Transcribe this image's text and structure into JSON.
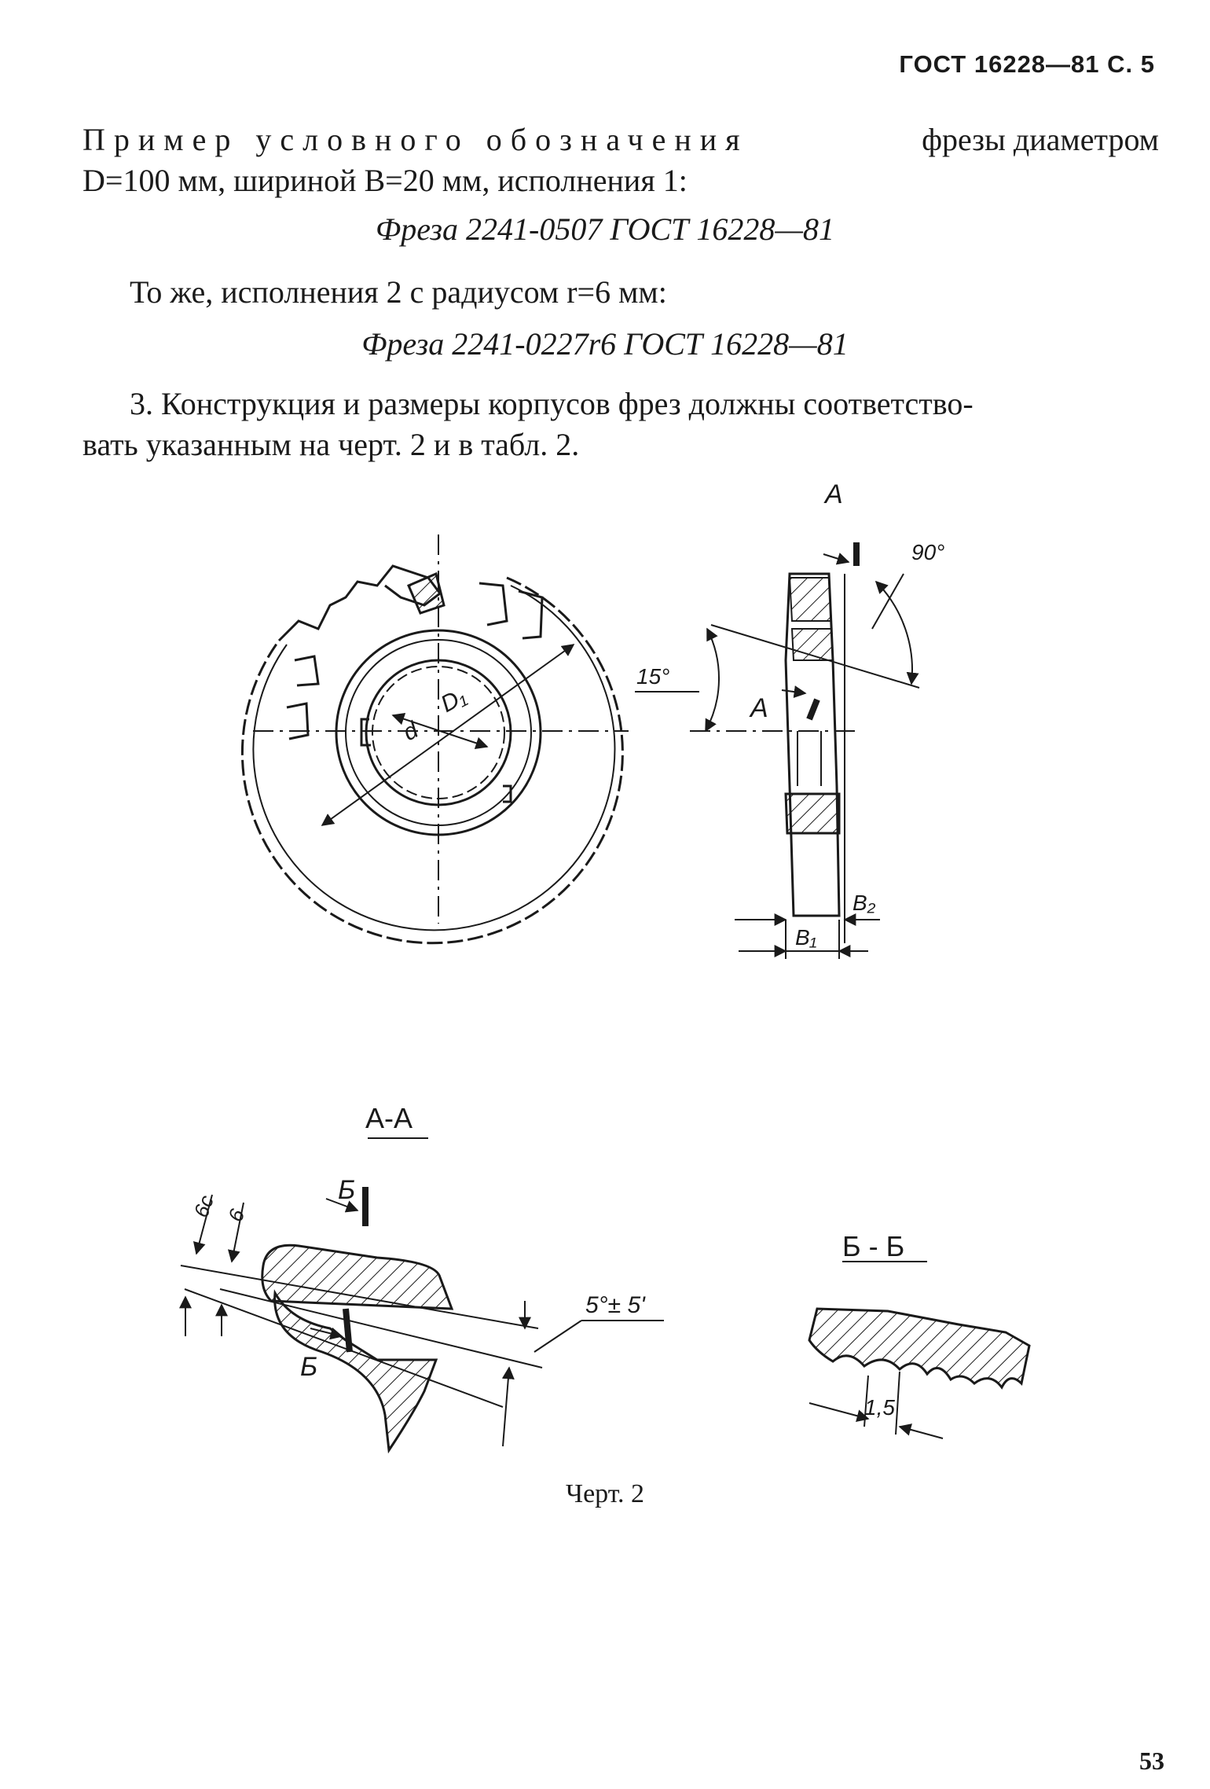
{
  "header": {
    "standard": "ГОСТ 16228—81 С. 5"
  },
  "example": {
    "spaced_lead": "Пример условного обозначения",
    "rest_line1": "фрезы диаметром",
    "line2": "D=100 мм, шириной B=20 мм, исполнения 1:",
    "designation1": "Фреза 2241-0507 ГОСТ 16228—81",
    "same_line": "То же, исполнения 2 с радиусом r=6 мм:",
    "designation2": "Фреза 2241-0227r6 ГОСТ 16228—81"
  },
  "item3": {
    "line1": "3. Конструкция и размеры корпусов фрез должны соответство-",
    "line2": "вать указанным на черт. 2 и в табл. 2."
  },
  "drawing": {
    "labels": {
      "section_a_top": "А",
      "section_a_mid": "А",
      "angle_90": "90°",
      "angle_15": "15°",
      "dim_d": "d",
      "dim_D1": "D₁",
      "dim_B1": "B₁",
      "dim_B2": "B₂",
      "view_aa": "А-А",
      "view_bb": "Б - Б",
      "b_top": "Б",
      "b_bottom": "Б",
      "dim_6c": "6c",
      "dim_6": "6",
      "angle_5": "5°± 5'",
      "dim_15": "1,5"
    }
  },
  "caption": "Черт. 2",
  "page_number": "53"
}
